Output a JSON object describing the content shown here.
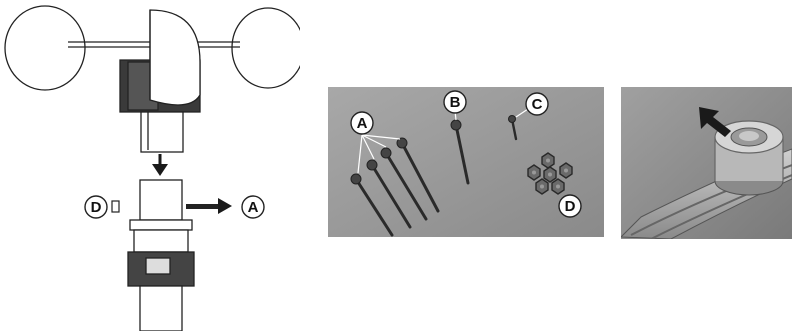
{
  "left_diagram": {
    "label_d": "D",
    "label_a": "A"
  },
  "parts_photo": {
    "label_a": "A",
    "label_b": "B",
    "label_c": "C",
    "label_d": "D"
  },
  "colors": {
    "parts_bg": "#9a9a9a",
    "mount_bg": "#8e8e8e",
    "arrow": "#1a1a1a"
  }
}
